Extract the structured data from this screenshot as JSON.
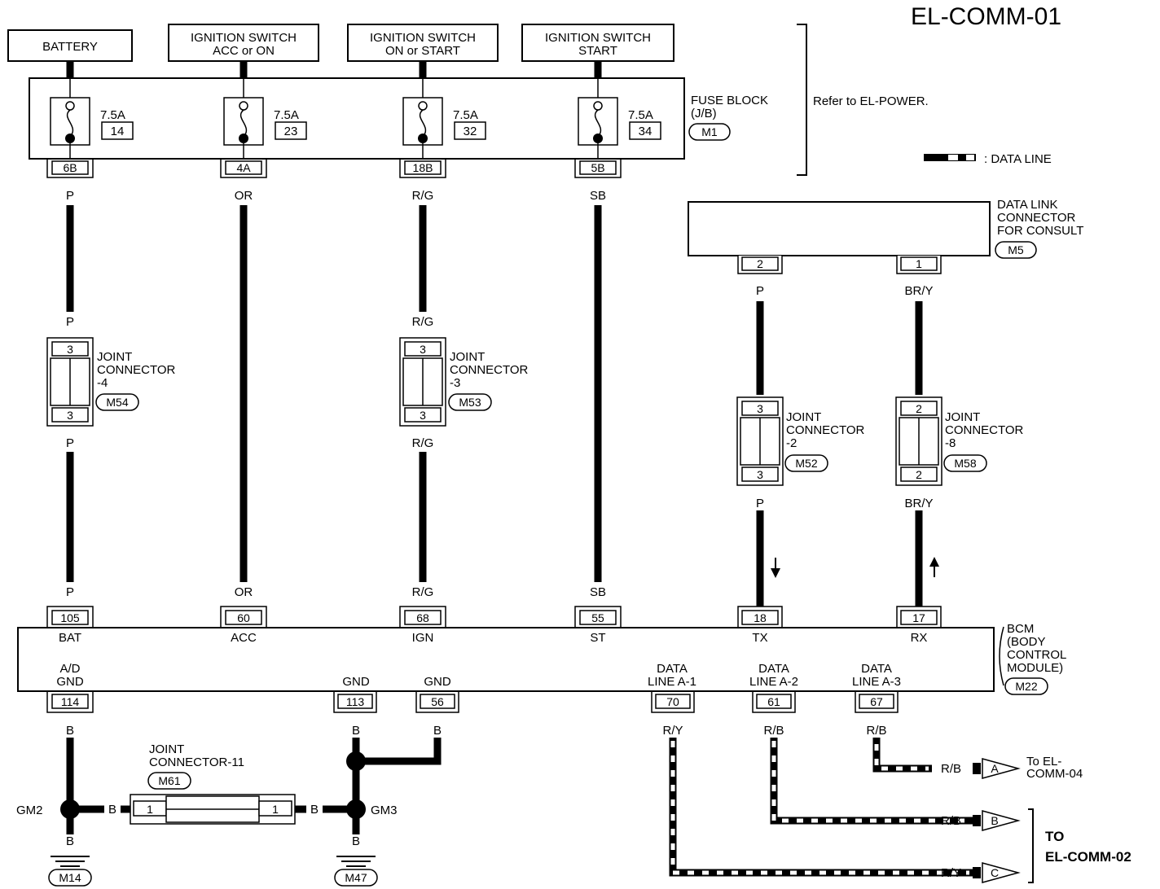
{
  "title": "EL-COMM-01",
  "power_sources": [
    {
      "lines": [
        "BATTERY"
      ]
    },
    {
      "lines": [
        "IGNITION SWITCH",
        "ACC or ON"
      ]
    },
    {
      "lines": [
        "IGNITION SWITCH",
        "ON or START"
      ]
    },
    {
      "lines": [
        "IGNITION SWITCH",
        "START"
      ]
    }
  ],
  "fuse_block": {
    "lines": [
      "FUSE BLOCK",
      "(J/B)"
    ],
    "connector": "M1",
    "note": "Refer to EL-POWER.",
    "fuses": [
      {
        "rating": "7.5A",
        "number": "14",
        "terminal": "6B"
      },
      {
        "rating": "7.5A",
        "number": "23",
        "terminal": "4A"
      },
      {
        "rating": "7.5A",
        "number": "32",
        "terminal": "18B"
      },
      {
        "rating": "7.5A",
        "number": "34",
        "terminal": "5B"
      }
    ]
  },
  "legend": {
    "data_line": ": DATA LINE"
  },
  "data_link_connector": {
    "lines": [
      "DATA LINK",
      "CONNECTOR",
      "FOR CONSULT"
    ],
    "connector": "M5",
    "terminals": [
      "2",
      "1"
    ]
  },
  "joint_connectors": [
    {
      "lines": [
        "JOINT",
        "CONNECTOR",
        "-4"
      ],
      "connector": "M54",
      "pin_top": "3",
      "pin_bottom": "3"
    },
    {
      "lines": [
        "JOINT",
        "CONNECTOR",
        "-3"
      ],
      "connector": "M53",
      "pin_top": "3",
      "pin_bottom": "3"
    },
    {
      "lines": [
        "JOINT",
        "CONNECTOR",
        "-2"
      ],
      "connector": "M52",
      "pin_top": "3",
      "pin_bottom": "3"
    },
    {
      "lines": [
        "JOINT",
        "CONNECTOR",
        "-8"
      ],
      "connector": "M58",
      "pin_top": "2",
      "pin_bottom": "2"
    },
    {
      "lines": [
        "JOINT",
        "CONNECTOR-11"
      ],
      "connector": "M61",
      "pin_left": "1",
      "pin_right": "1"
    }
  ],
  "wire_colors": {
    "bat": "P",
    "acc": "OR",
    "ign": "R/G",
    "st": "SB",
    "tx": "P",
    "rx": "BR/Y",
    "gnd": "B",
    "dl1": "R/Y",
    "dl2": "R/B",
    "dl3": "R/B"
  },
  "bcm": {
    "lines": [
      "BCM",
      "(BODY",
      "CONTROL",
      "MODULE)"
    ],
    "connector": "M22",
    "top_terminals": [
      {
        "pin": "105",
        "name": "BAT"
      },
      {
        "pin": "60",
        "name": "ACC"
      },
      {
        "pin": "68",
        "name": "IGN"
      },
      {
        "pin": "55",
        "name": "ST"
      },
      {
        "pin": "18",
        "name": "TX"
      },
      {
        "pin": "17",
        "name": "RX"
      }
    ],
    "bottom_terminals": [
      {
        "pin": "114",
        "lines": [
          "A/D",
          "GND"
        ]
      },
      {
        "pin": "113",
        "lines": [
          "GND"
        ]
      },
      {
        "pin": "56",
        "lines": [
          "GND"
        ]
      },
      {
        "pin": "70",
        "lines": [
          "DATA",
          "LINE A-1"
        ]
      },
      {
        "pin": "61",
        "lines": [
          "DATA",
          "LINE A-2"
        ]
      },
      {
        "pin": "67",
        "lines": [
          "DATA",
          "LINE A-3"
        ]
      }
    ]
  },
  "grounds": [
    {
      "name": "GM2",
      "connector": "M14"
    },
    {
      "name": "GM3",
      "connector": "M47"
    }
  ],
  "outputs": [
    {
      "letter": "A",
      "color": "R/B",
      "lines": [
        "To EL-",
        "COMM-04"
      ]
    },
    {
      "letter": "B",
      "color": "R/B"
    },
    {
      "letter": "C",
      "color": "R/Y"
    }
  ],
  "outputs_target": [
    "TO",
    "EL-COMM-02"
  ]
}
